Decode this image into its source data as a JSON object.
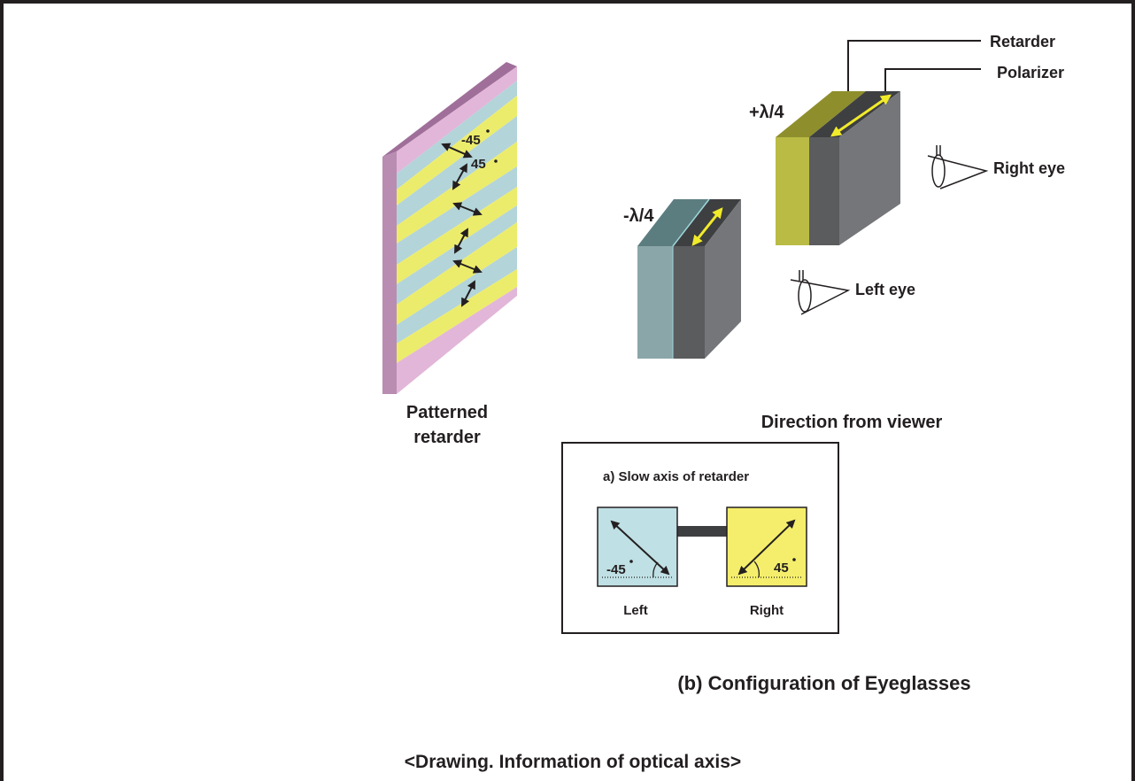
{
  "colors": {
    "frame": "#231f20",
    "pink": "#e2b6d8",
    "pink_side": "#b98db2",
    "blue_stripe": "#b3d4d9",
    "yellow_stripe": "#ecec6c",
    "gray_front": "#666769",
    "gray_side": "#757679",
    "gray_top": "#3e3f41",
    "teal_front": "#8aa6a9",
    "teal_top": "#5c7d80",
    "olive_front": "#b9bb45",
    "olive_top": "#8e8f2c",
    "arrow_yellow": "#f1eb2a",
    "box_blue": "#bfe0e4",
    "box_yellow": "#f4ee6c"
  },
  "patterned_retarder": {
    "label_line1": "Patterned",
    "label_line2": "retarder",
    "angle_neg": "-45",
    "angle_pos": "45"
  },
  "glasses": {
    "retarder_label": "Retarder",
    "polarizer_label": "Polarizer",
    "plus_quarter": "+λ/4",
    "minus_quarter": "-λ/4",
    "right_eye": "Right eye",
    "left_eye": "Left eye",
    "direction_label": "Direction from viewer"
  },
  "slow_axis_box": {
    "title": "a) Slow axis of retarder",
    "left_angle": "-45",
    "right_angle": "45",
    "left_label": "Left",
    "right_label": "Right"
  },
  "captions": {
    "configuration": "(b) Configuration of Eyeglasses",
    "drawing": "<Drawing. Information of optical axis>"
  }
}
